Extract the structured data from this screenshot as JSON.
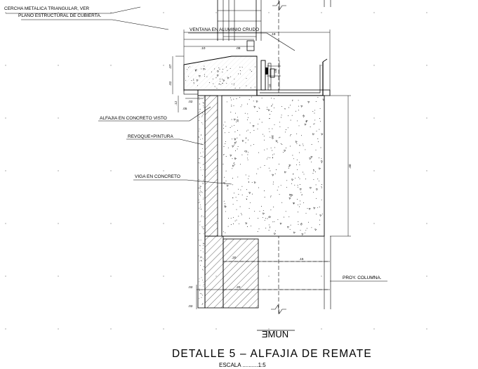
{
  "labels": {
    "cercha_line1": "CERCHA METALICA TRIANGULAR, VER",
    "cercha_line2": "PLANO ESTRUCTURAL DE CUBIERTA.",
    "ventana": "VENTANA EN ALUMINIO CRUDO",
    "alfajia": "ALFAJIA EN CONCRETO VISTO",
    "revoque": "REVOQUE+PINTURA",
    "viga": "VIGA EN CONCRETO",
    "proy_columna": "PROY. COLUMNA."
  },
  "dimensions": {
    "d_19": ".19",
    "d_10": ".10",
    "d_08": ".08",
    "d_07": ".07",
    "d_02a": ".02",
    "d_12": ".12",
    "d_08b": ".08",
    "d_02b": ".02",
    "d_05": ".05",
    "d_10v": ".10",
    "d_40": ".40",
    "d_15": ".15",
    "d_20": ".20",
    "d_02c": ".02",
    "d_20b": ".20",
    "d_02d": ".02"
  },
  "title": {
    "main": "DETALLE 5  –  ALFAJIA DE REMATE",
    "scale": "ESCALA ..........1:5",
    "symbol": "ƎMUN"
  }
}
